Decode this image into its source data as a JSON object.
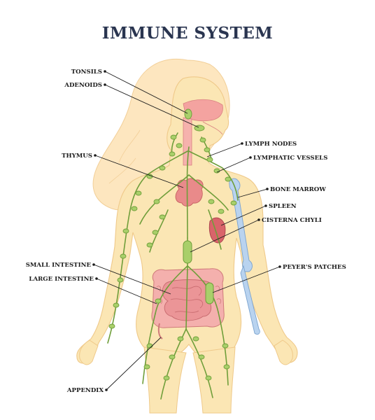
{
  "title": "IMMUNE SYSTEM",
  "labels": {
    "tonsils": "TONSILS",
    "adenoids": "ADENOIDS",
    "thymus": "THYMUS",
    "small_intestine": "SMALL INTESTINE",
    "large_intestine": "LARGE INTESTINE",
    "appendix": "APPENDIX",
    "lymph_nodes": "LYMPH NODES",
    "lymphatic_vessels": "LYMPHATIC VESSELS",
    "bone_marrow": "BONE MARROW",
    "spleen": "SPLEEN",
    "cisterna_chyli": "CISTERNA CHYLI",
    "peyers_patches": "PEYER'S PATCHES"
  },
  "colors": {
    "title": "#2a3550",
    "skin": "#fbe6b4",
    "hair": "#fde6bf",
    "lymph": "#a9cf6a",
    "thymus": "#e98a8a",
    "spleen": "#d9646a",
    "bone": "#b9d3ef",
    "intestine": "#f0a3a3"
  }
}
